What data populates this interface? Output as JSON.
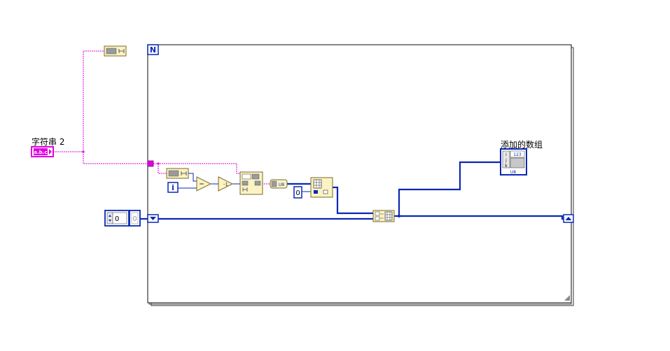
{
  "labels": {
    "string_control": "字符串 2",
    "array_indicator": "添加的数组"
  },
  "loop": {
    "count_terminal": "N",
    "iteration_terminal": "i"
  },
  "constants": {
    "numeric_zero": "0",
    "array_index_zero": "0",
    "array_element_zero": "0"
  },
  "glyphs": {
    "string_control_text": "a.b.c",
    "u8_tag": "U8",
    "indicator_u8": "U8",
    "indicator_123": "123",
    "indicator_index_i": "i",
    "indicator_index_j": "j",
    "indicator_index_k": "k",
    "decrement": "-1"
  },
  "colors": {
    "string_wire": "#e000e0",
    "numeric_wire": "#0a28b4",
    "node_fill": "#fbf3c4",
    "node_border": "#7a6a2a"
  }
}
